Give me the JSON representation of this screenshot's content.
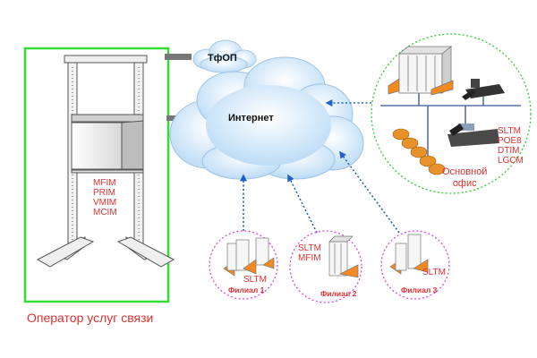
{
  "colors": {
    "red_text": "#e03030",
    "operator_border": "#33dd33",
    "zone_border_green": "#33cc33",
    "zone_border_magenta": "#d84ad8",
    "link_blue": "#2060c8",
    "cloud_fill": "#cfe6fa"
  },
  "clouds": {
    "pstn": {
      "label": "ТфОП"
    },
    "internet": {
      "label": "Интернет"
    }
  },
  "operator": {
    "caption": "Оператор услуг связи",
    "modules": "MFIM\nPRIM\nVMIM\nMCIM"
  },
  "main_office": {
    "label": "Основной\nофис",
    "modules": "SLTM\nPOE8\nDTIM\nLGCM"
  },
  "branches": [
    {
      "name": "Филиал 1",
      "modules": "SLTM"
    },
    {
      "name": "Филиал 2",
      "modules": "SLTM\nMFIM"
    },
    {
      "name": "Филиал 3",
      "modules": "SLTM"
    }
  ]
}
